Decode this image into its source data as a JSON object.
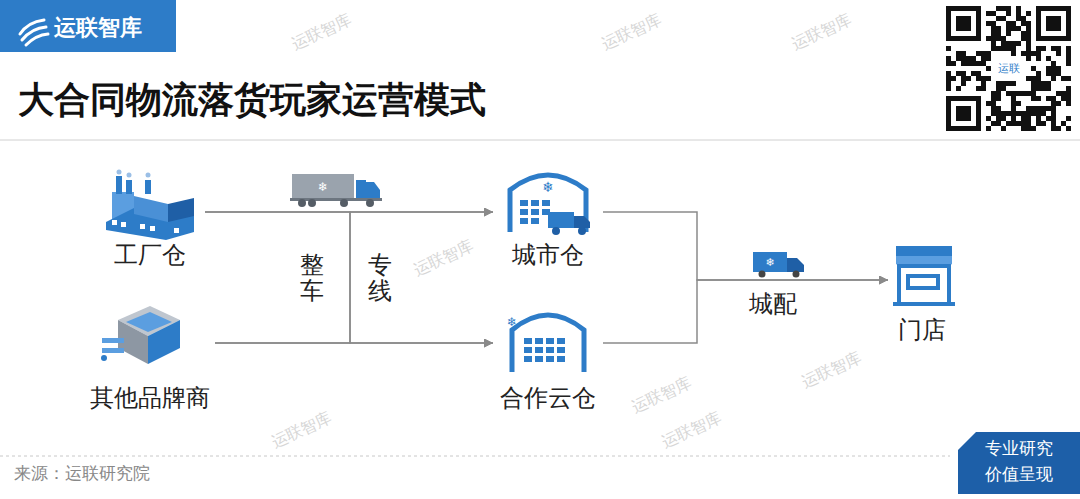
{
  "diagram": {
    "title": "大合同物流落货玩家运营模式",
    "caption": "来源：运联研究院",
    "nodes": [
      {
        "text": [
          "工厂仓"
        ]
      },
      {
        "text": [
          "其他品牌商"
        ]
      },
      {
        "text": [
          "城市仓"
        ]
      },
      {
        "text": [
          "合作云仓"
        ]
      },
      {
        "text": [
          "门店"
        ]
      }
    ],
    "edges": [
      {
        "from": 0,
        "to": 2,
        "arrow": "to"
      },
      {
        "from": 0,
        "to": 3,
        "arrow": "to"
      },
      {
        "from": 1,
        "to": 2,
        "arrow": "to"
      },
      {
        "from": 1,
        "to": 3,
        "arrow": "to"
      },
      {
        "from": 2,
        "to": 4,
        "arrow": "to"
      },
      {
        "from": 3,
        "to": 4,
        "arrow": "to"
      }
    ],
    "labels": [
      "运联智库",
      "运联",
      "整车",
      "专线",
      "城配",
      "专业研究",
      "价值呈现",
      "运联智库",
      "运联智库",
      "运联智库",
      "运联智库",
      "运联智库",
      "运联智库",
      "运联智库",
      "运联智库"
    ]
  }
}
